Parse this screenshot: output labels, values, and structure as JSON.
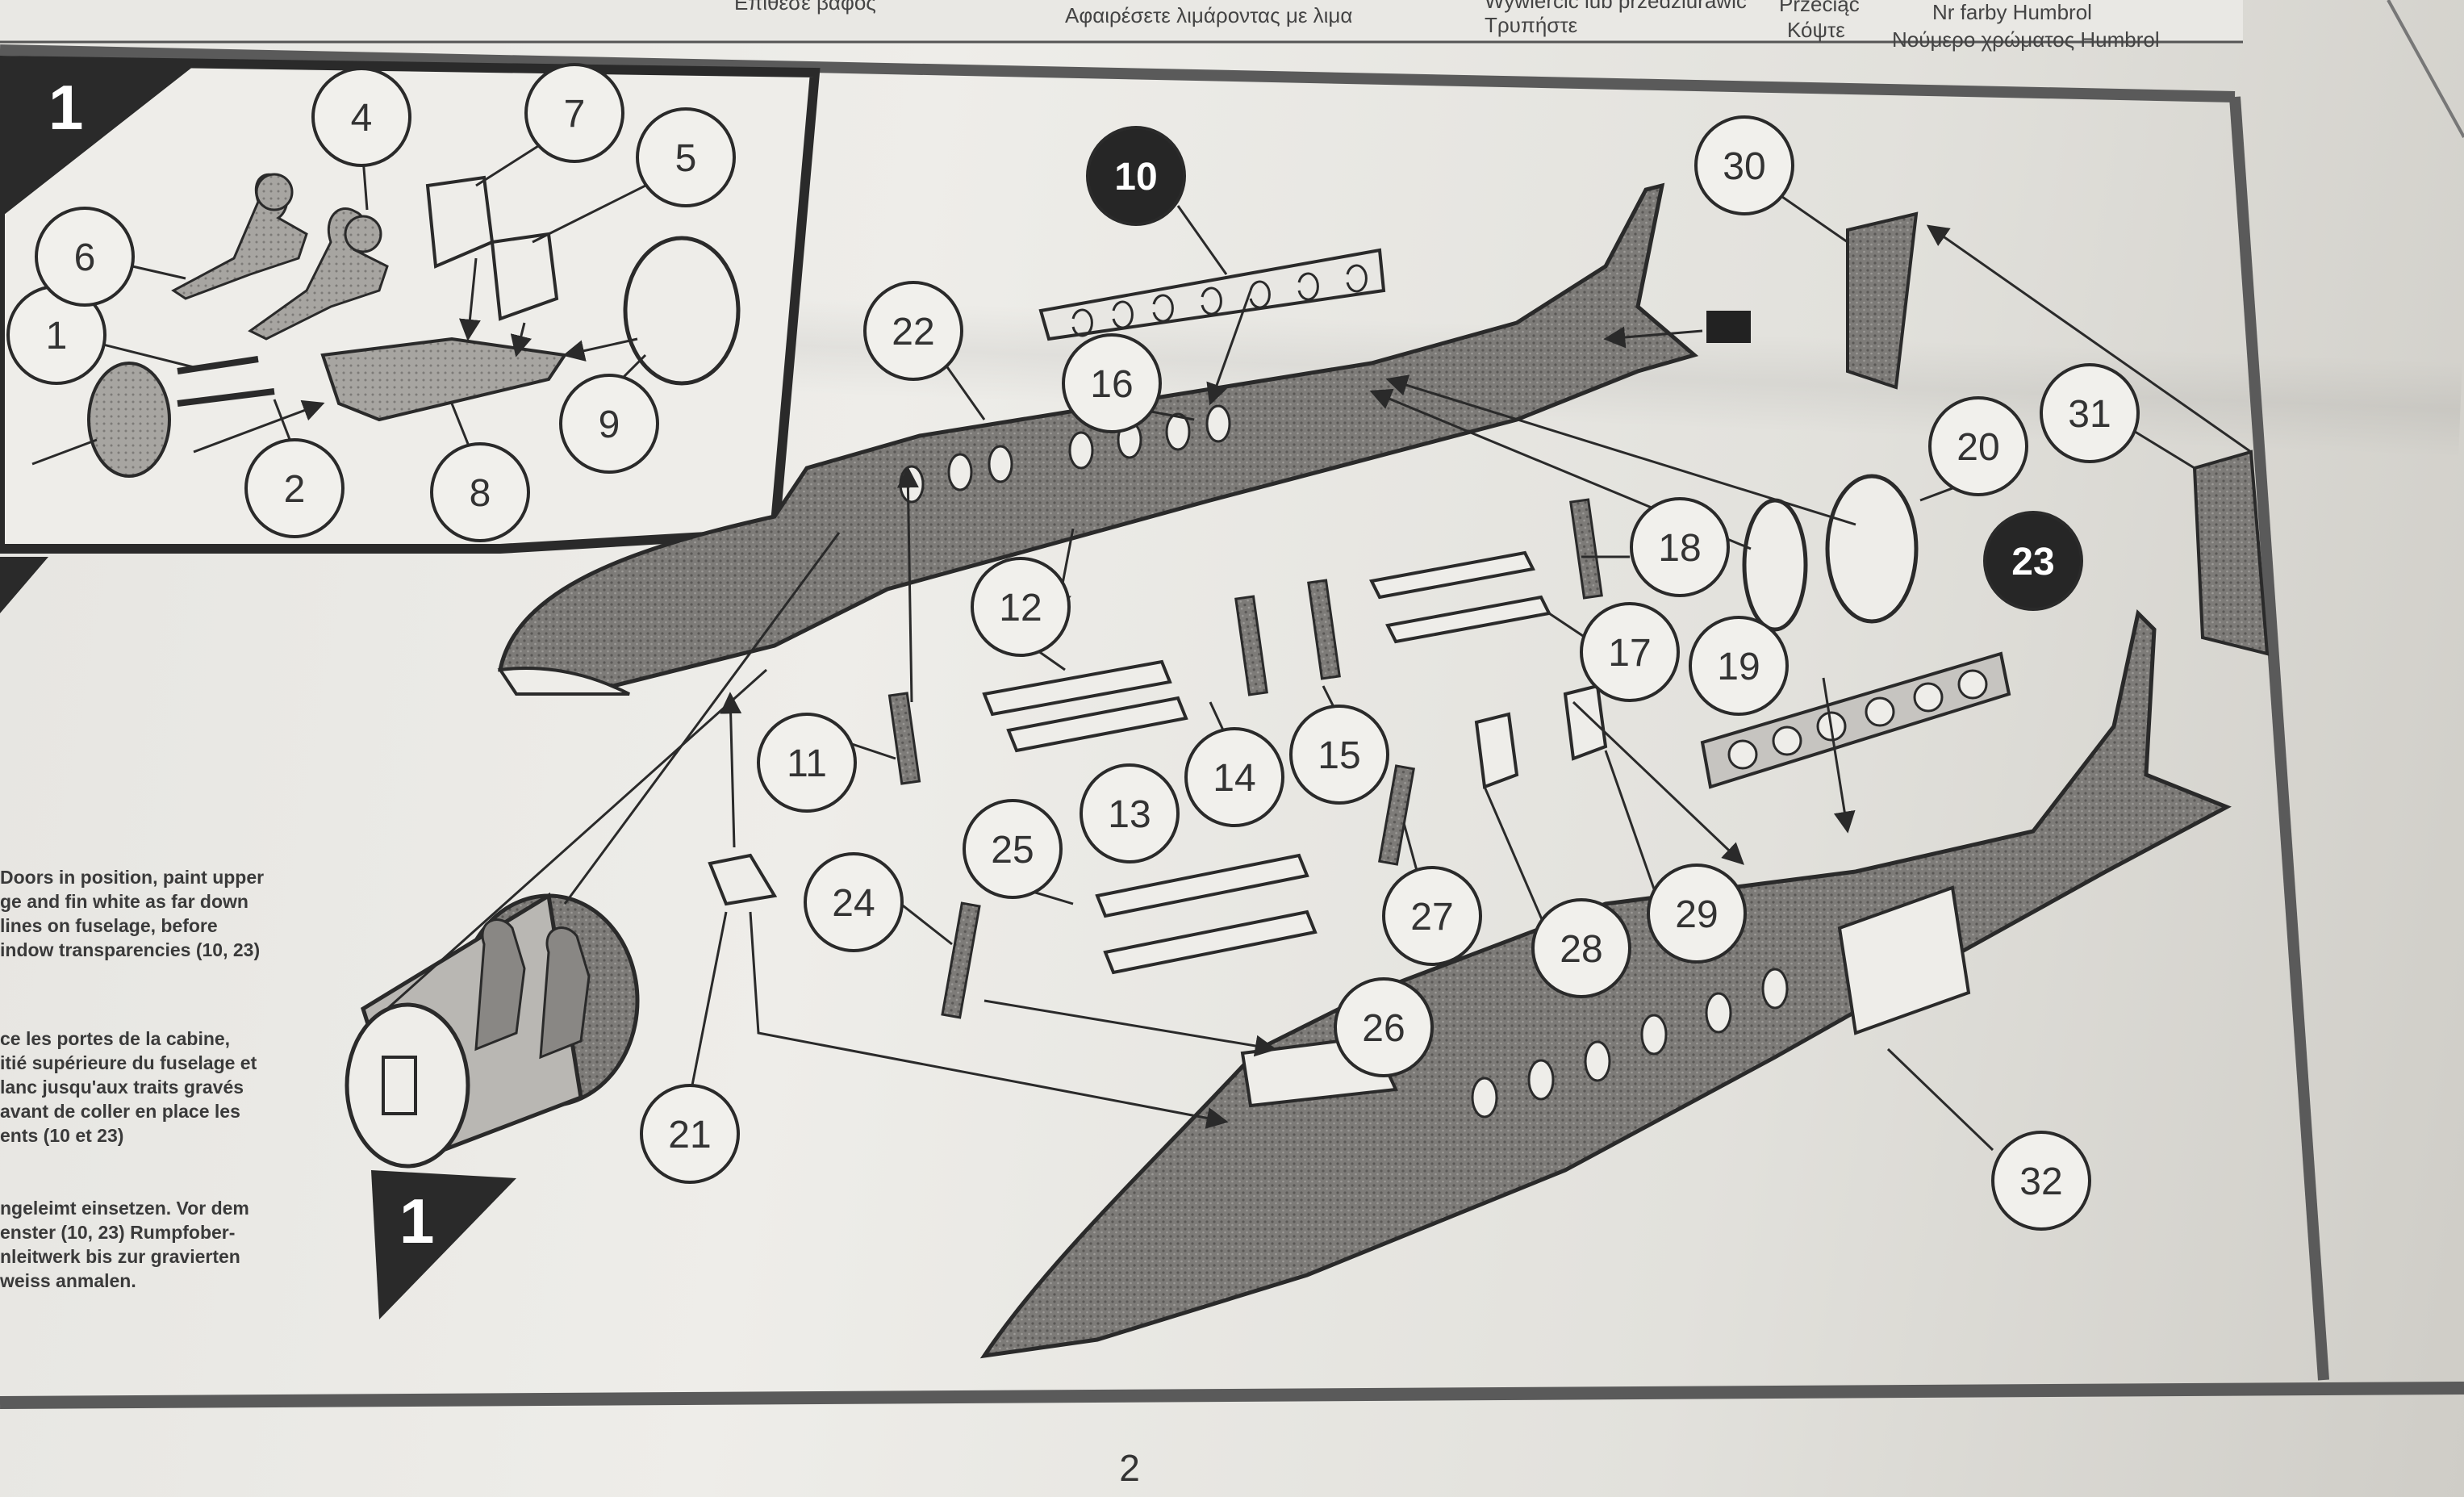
{
  "header": {
    "cells": [
      "Επιθέσε βάφος",
      "Αφαιρέσετε λιμάροντας με λιμα",
      "Wywiercic lub przedziurawic",
      "Τρυπήστε",
      "Przeciąć",
      "Κόψτε",
      "Nr farby Humbrol",
      "Νούμερο χρώματος Humbrol"
    ]
  },
  "step": {
    "number": "1",
    "number_bottom": "1"
  },
  "instructions": {
    "english": [
      "Doors in position, paint upper",
      "ge and fin white as far down",
      "lines on fuselage, before",
      "indow transparencies (10, 23)"
    ],
    "french": [
      "ce les portes de la cabine,",
      "itié supérieure du fuselage et",
      "lanc jusqu'aux traits gravés",
      "avant de coller en place les",
      "ents (10 et 23)"
    ],
    "german": [
      "ngeleimt einsetzen. Vor dem",
      "enster (10, 23) Rumpfober-",
      "nleitwerk bis zur gravierten",
      "weiss anmalen."
    ]
  },
  "callouts_light": [
    "1",
    "2",
    "4",
    "5",
    "6",
    "7",
    "8",
    "9",
    "11",
    "12",
    "13",
    "14",
    "15",
    "16",
    "17",
    "18",
    "19",
    "20",
    "21",
    "22",
    "24",
    "25",
    "26",
    "27",
    "28",
    "29",
    "30",
    "31",
    "32"
  ],
  "callouts_dark": [
    "10",
    "23"
  ],
  "page_number": "2",
  "colors": {
    "paper": "#ebeae6",
    "line": "#2a2a2a",
    "dark_callout": "#262626"
  }
}
